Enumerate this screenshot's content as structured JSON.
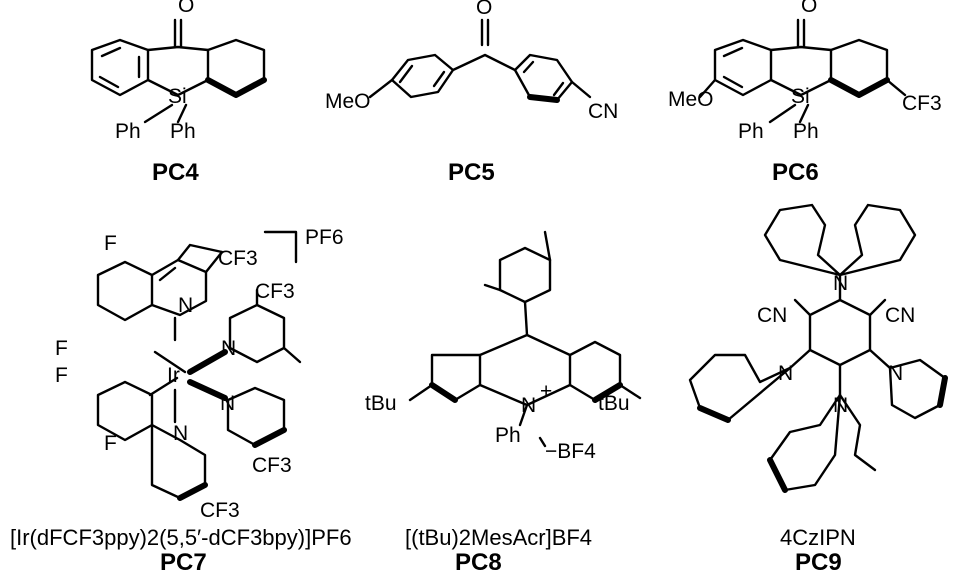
{
  "compounds": [
    {
      "id": "PC4",
      "atoms": [
        "O",
        "Si",
        "Ph",
        "Ph"
      ]
    },
    {
      "id": "PC5",
      "atoms": [
        "O",
        "MeO",
        "CN"
      ]
    },
    {
      "id": "PC6",
      "atoms": [
        "O",
        "MeO",
        "Si",
        "Ph",
        "Ph",
        "CF3"
      ]
    },
    {
      "id": "PC7",
      "name": "[Ir(dFCF3ppy)2(5,5′-dCF3bpy)]PF6",
      "atoms": [
        "Ir",
        "N",
        "N",
        "N",
        "N",
        "F",
        "F",
        "F",
        "F",
        "CF3",
        "CF3",
        "CF3",
        "CF3",
        "PF6"
      ]
    },
    {
      "id": "PC8",
      "name": "[(tBu)2MesAcr]BF4",
      "atoms": [
        "N",
        "+",
        "Ph",
        "tBu",
        "tBu",
        "−BF4"
      ]
    },
    {
      "id": "PC9",
      "name": "4CzIPN",
      "atoms": [
        "N",
        "N",
        "N",
        "N",
        "CN",
        "CN"
      ]
    }
  ]
}
